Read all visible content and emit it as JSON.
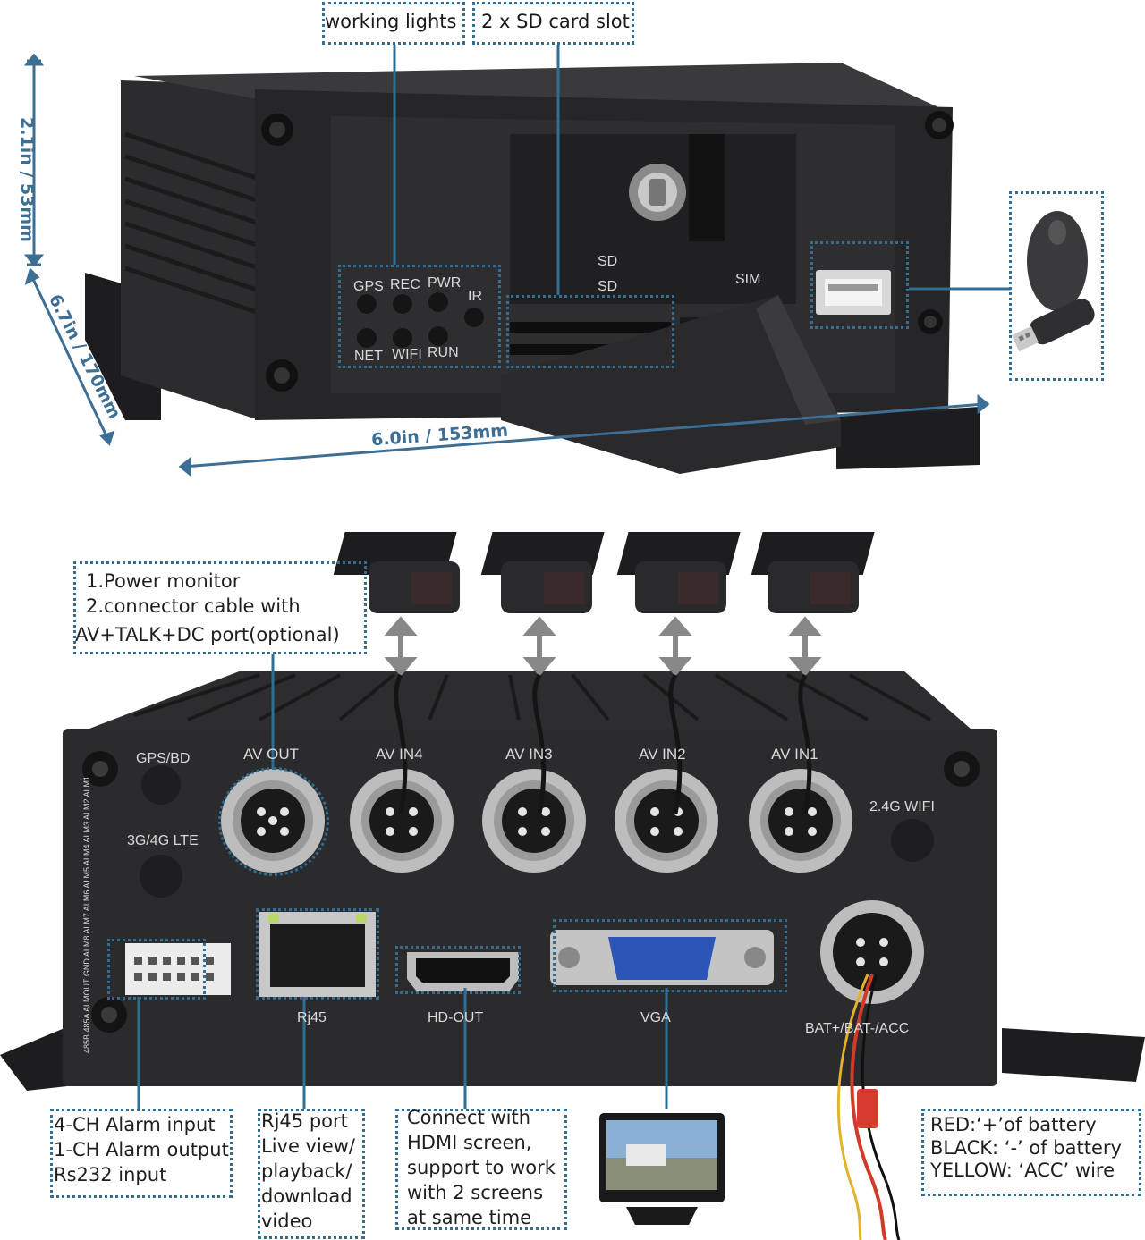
{
  "top_device": {
    "callouts": {
      "working_lights": "working lights",
      "sd_slot": "2 x SD card slot"
    },
    "dimensions": {
      "height": "2.1in / 53mm",
      "depth": "6.7in / 170mm",
      "width": "6.0in / 153mm"
    },
    "panel_labels": {
      "led_top": [
        "GPS",
        "REC",
        "PWR",
        "IR"
      ],
      "led_bottom": [
        "NET",
        "WIFI",
        "RUN"
      ],
      "sd1": "SD",
      "sd2": "SD",
      "sim": "SIM"
    },
    "accessories": [
      "mouse",
      "usb-flash-drive"
    ]
  },
  "back_device": {
    "port_labels": {
      "gps": "GPS/BD",
      "lte": "3G/4G LTE",
      "av_out": "AV OUT",
      "av_in4": "AV IN4",
      "av_in3": "AV IN3",
      "av_in2": "AV IN2",
      "av_in1": "AV IN1",
      "wifi": "2.4G WIFI",
      "rj45": "Rj45",
      "hd_out": "HD-OUT",
      "vga": "VGA",
      "power": "BAT+/BAT-/ACC",
      "alarm_pins": "485B 485A ALMOUT GND ALM8 ALM7 ALM6 ALM5 ALM4 ALM3 ALM2 ALM1"
    },
    "callouts": {
      "power_monitor": [
        "1.Power monitor",
        "2.connector cable with",
        "AV+TALK+DC port(optional)"
      ],
      "alarm": [
        "4-CH Alarm input",
        "1-CH Alarm output",
        "Rs232 input"
      ],
      "rj45": [
        "Rj45 port",
        "Live view/",
        "playback/",
        "download",
        "video"
      ],
      "hdmi": [
        "Connect with",
        "HDMI screen,",
        "support to work",
        "with 2 screens",
        "at same time"
      ],
      "power_wires": [
        "RED:‘+’of battery",
        "BLACK: ‘-’ of battery",
        "YELLOW: ‘ACC’ wire"
      ]
    }
  },
  "colors": {
    "callout_border": "#2f6f95",
    "device_body": "#2a2a2c",
    "dimension_text": "#3d6f95"
  }
}
